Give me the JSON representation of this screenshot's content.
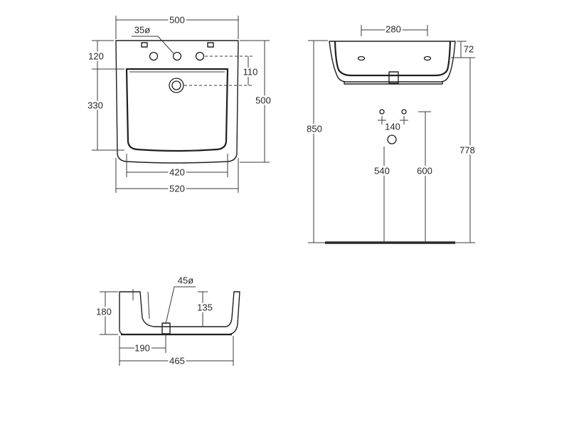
{
  "plan_view": {
    "top_width": "500",
    "tap_hole_diameter": "35ø",
    "rear_depth": "120",
    "bowl_depth": "330",
    "tap_to_drain": "110",
    "overall_depth": "500",
    "bowl_width": "420",
    "overall_width": "520"
  },
  "front_view": {
    "tap_spacing": "280",
    "rim_height": "72",
    "mounting_height": "850",
    "supply_spacing": "140",
    "rim_to_floor": "778",
    "waste_height": "540",
    "supply_height": "600"
  },
  "side_view": {
    "waste_diameter": "45ø",
    "overall_height": "180",
    "bowl_height": "135",
    "waste_offset": "190",
    "overall_projection": "465"
  }
}
